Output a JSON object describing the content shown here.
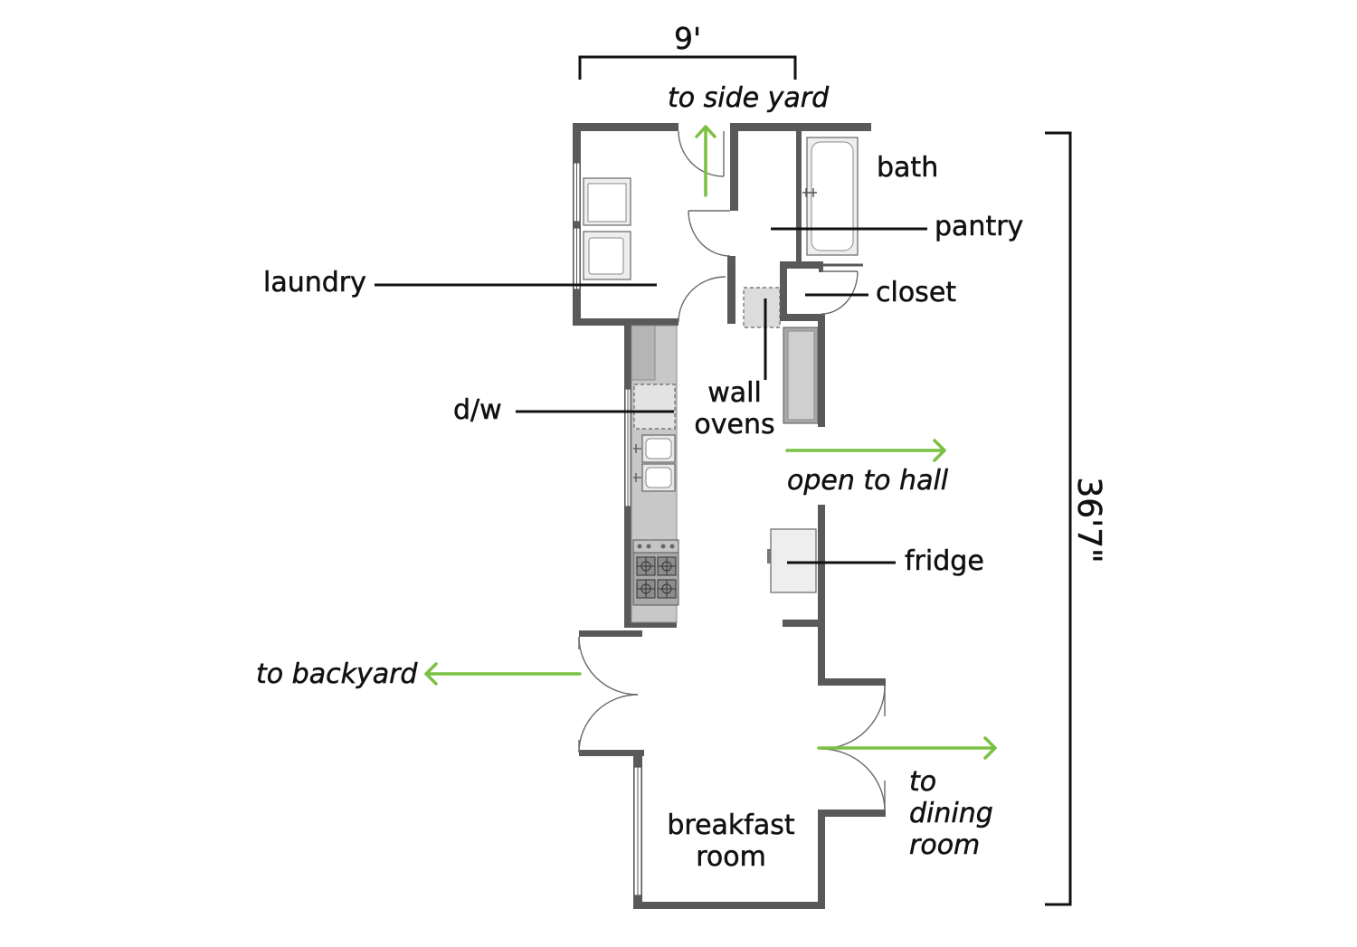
{
  "dimensions": {
    "width_label": "9'",
    "length_label": "36'7\""
  },
  "rooms": {
    "laundry": "laundry",
    "bath": "bath",
    "pantry": "pantry",
    "closet": "closet",
    "breakfast_room": [
      "breakfast",
      "room"
    ]
  },
  "fixtures": {
    "wall_ovens": [
      "wall",
      "ovens"
    ],
    "dishwasher": "d/w",
    "fridge": "fridge"
  },
  "directions": {
    "side_yard": "to side yard",
    "hall": "open to hall",
    "backyard": "to backyard",
    "dining_room": [
      "to",
      "dining",
      "room"
    ]
  },
  "colors": {
    "wall": "#595959",
    "arrow": "#7ac143",
    "text": "#111111",
    "appliance": "#eeeeee",
    "counter": "#c8c8c8"
  }
}
